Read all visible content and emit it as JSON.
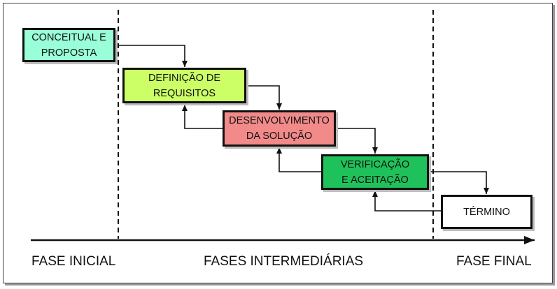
{
  "boxes": [
    {
      "lines": [
        "CONCEITUAL E",
        "PROPOSTA"
      ],
      "color": "#99ffd9"
    },
    {
      "lines": [
        "DEFINIÇÃO DE",
        "REQUISITOS"
      ],
      "color": "#ccff66"
    },
    {
      "lines": [
        "DESENVOLVIMENTO",
        "DA SOLUÇÃO"
      ],
      "color": "#f28a8a"
    },
    {
      "lines": [
        "VERIFICAÇÃO",
        "E ACEITAÇÃO"
      ],
      "color": "#1fc25a"
    },
    {
      "lines": [
        "TÉRMINO"
      ],
      "color": "#ffffff"
    }
  ],
  "phases": {
    "initial": "FASE INICIAL",
    "intermediate": "FASES INTERMEDIÁRIAS",
    "final": "FASE FINAL"
  }
}
